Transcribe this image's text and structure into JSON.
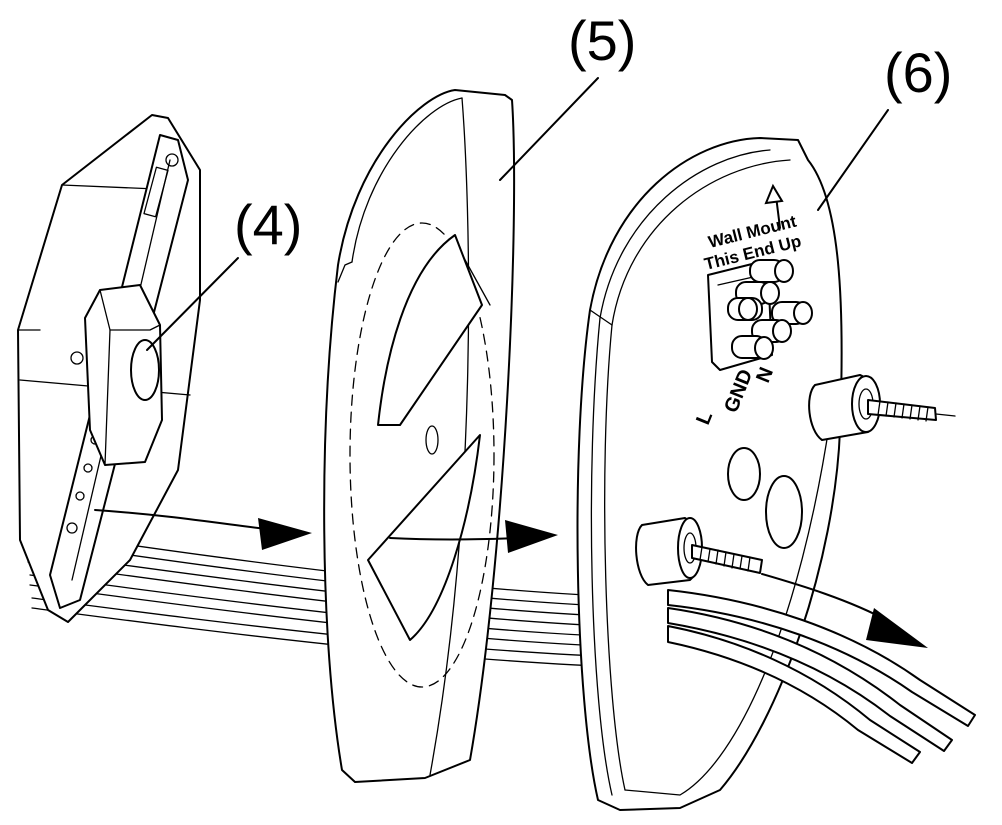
{
  "callouts": [
    {
      "id": "4",
      "label": "(4)"
    },
    {
      "id": "5",
      "label": "(5)"
    },
    {
      "id": "6",
      "label": "(6)"
    }
  ],
  "plate_text": {
    "line1": "Wall Mount",
    "line2": "This End Up"
  },
  "terminal_labels": {
    "l": "L",
    "gnd": "GND",
    "n": "N"
  },
  "colors": {
    "line": "#000000",
    "fill": "#ffffff"
  }
}
